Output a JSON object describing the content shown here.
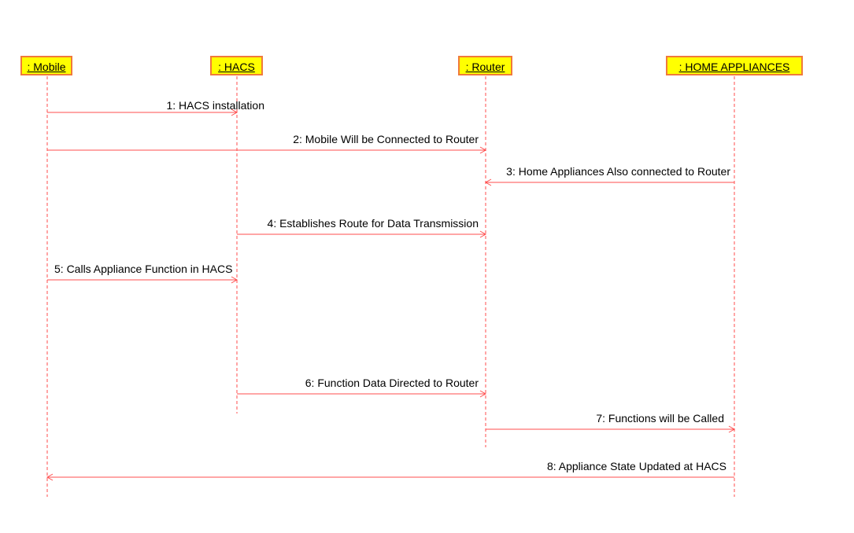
{
  "colors": {
    "line": "#ff4d4d",
    "actor_fill": "#ffff00",
    "actor_border": "#f07a3a"
  },
  "actors": [
    {
      "id": "mobile",
      "label": ": Mobile"
    },
    {
      "id": "hacs",
      "label": ": HACS"
    },
    {
      "id": "router",
      "label": ": Router"
    },
    {
      "id": "appliances",
      "label": ": HOME APPLIANCES"
    }
  ],
  "messages": [
    {
      "from": "mobile",
      "to": "hacs",
      "label": "1: HACS installation"
    },
    {
      "from": "mobile",
      "to": "router",
      "label": "2: Mobile Will be Connected to Router"
    },
    {
      "from": "appliances",
      "to": "router",
      "label": "3: Home Appliances Also connected to Router"
    },
    {
      "from": "hacs",
      "to": "router",
      "label": "4: Establishes Route for Data Transmission"
    },
    {
      "from": "mobile",
      "to": "hacs",
      "label": "5: Calls Appliance Function in HACS"
    },
    {
      "from": "hacs",
      "to": "router",
      "label": "6: Function Data Directed to Router"
    },
    {
      "from": "router",
      "to": "appliances",
      "label": "7: Functions will be Called"
    },
    {
      "from": "appliances",
      "to": "mobile",
      "label": "8: Appliance State Updated at HACS"
    }
  ]
}
